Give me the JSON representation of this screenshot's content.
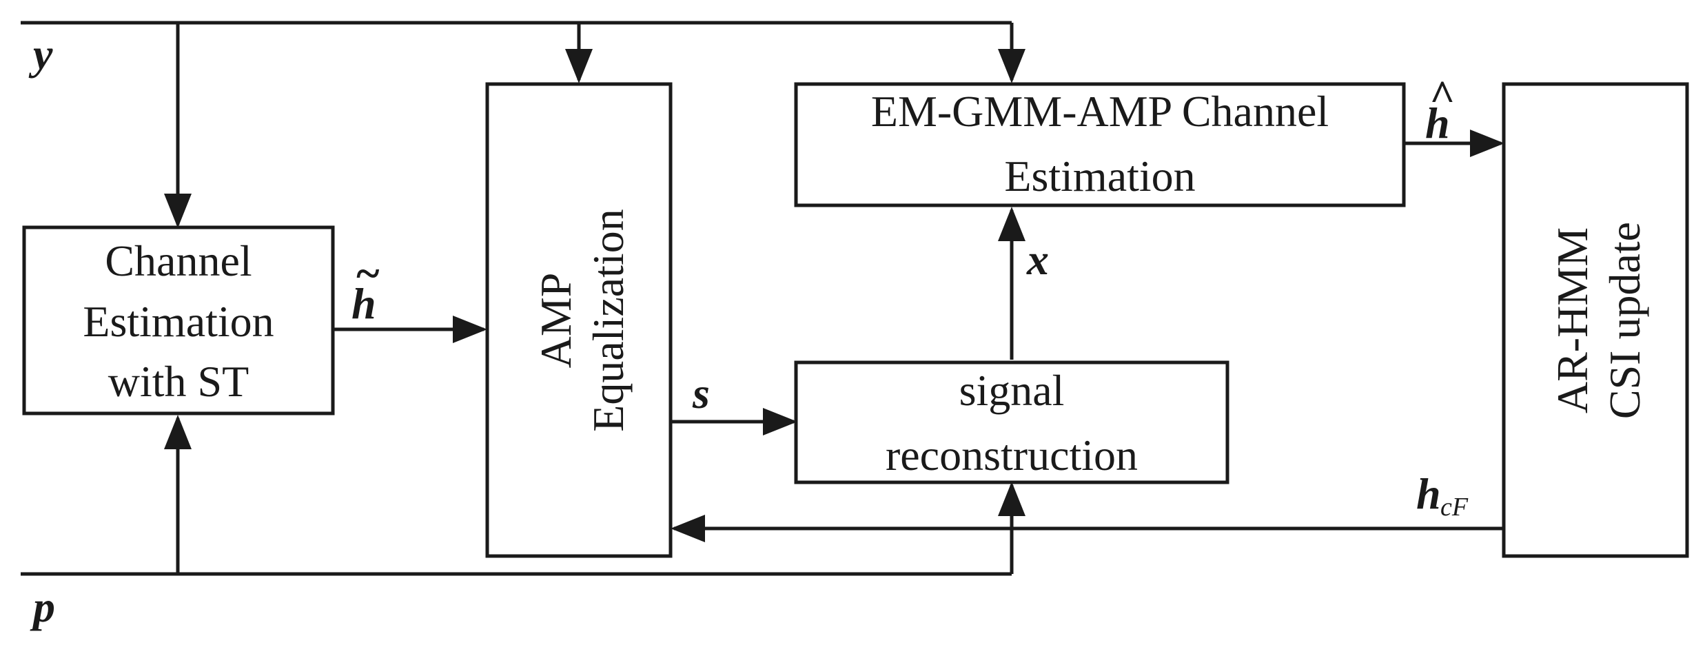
{
  "blocks": {
    "channel_estimation_st": {
      "lines": [
        "Channel",
        "Estimation",
        "with ST"
      ]
    },
    "amp_equalization": {
      "lines": [
        "AMP",
        "Equalization"
      ]
    },
    "em_gmm_amp": {
      "lines": [
        "EM-GMM-AMP Channel",
        "Estimation"
      ]
    },
    "signal_reconstruction": {
      "lines": [
        "signal",
        "reconstruction"
      ]
    },
    "ar_hmm": {
      "lines": [
        "AR-HMM",
        "CSI update"
      ]
    }
  },
  "variables": {
    "y": "y",
    "p": "p",
    "h_tilde": "h",
    "h_tilde_accent": "~",
    "h_hat": "h",
    "h_hat_accent": "^",
    "s": "s",
    "x": "x",
    "h_cf": "h",
    "h_cf_subscript": "cF"
  },
  "colors": {
    "line": "#1a1a1a",
    "background": "#ffffff"
  }
}
